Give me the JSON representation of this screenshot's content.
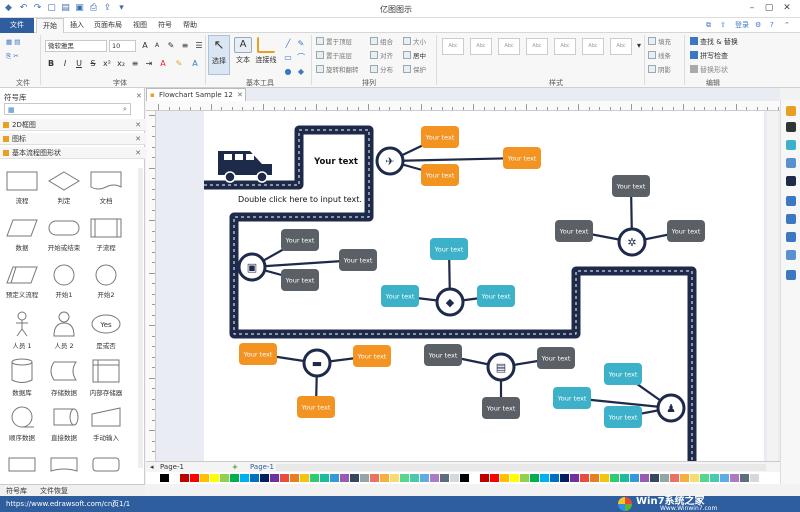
{
  "window": {
    "title": "亿图图示"
  },
  "menu": {
    "file": "文件",
    "items": [
      "开始",
      "插入",
      "页面布局",
      "视图",
      "符号",
      "帮助"
    ]
  },
  "topright": {
    "login": "登录"
  },
  "ribbon": {
    "font_name": "微软雅黑",
    "font_size": "10",
    "groups": {
      "file": "文件",
      "font": "字体",
      "basic_tools": "基本工具",
      "arrange": "排列",
      "style": "样式",
      "edit": "编辑"
    },
    "tools": {
      "select": "选择",
      "text": "文本",
      "connector": "连接线"
    },
    "arrange": {
      "top": "置于顶层",
      "bottom": "置于底层",
      "rotate": "旋转和翻转",
      "group": "组合",
      "align": "对齐",
      "distribute": "分布",
      "size": "大小",
      "center": "居中",
      "protect": "保护"
    },
    "fill": {
      "fill": "填充",
      "line": "线条",
      "shadow": "阴影"
    },
    "style_swatch": "Abc",
    "edit": {
      "find_replace": "查找 & 替换",
      "spell": "拼写检查",
      "format_painter": "替换形状"
    }
  },
  "library": {
    "title": "符号库",
    "categories": [
      "2D框图",
      "图标",
      "基本流程图形状"
    ],
    "shapes": [
      "流程",
      "判定",
      "文档",
      "数据",
      "开始或结束",
      "子流程",
      "预定义流程",
      "开始1",
      "开始2",
      "人员 1",
      "人员 2",
      "是或否",
      "数据库",
      "存储数据",
      "内部存储器",
      "顺序数据",
      "直接数据",
      "手动输入"
    ],
    "yes_label": "Yes",
    "tabs": [
      "符号库",
      "文件恢复"
    ]
  },
  "document": {
    "tab": "Flowchart Sample 12"
  },
  "diagram": {
    "title": "Your text",
    "hint": "Double click here to input text.",
    "node_text": "Your text"
  },
  "pagebar": {
    "page1": "Page-1",
    "page1_tab": "Page-1"
  },
  "status": {
    "url": "https://www.edrawsoft.com/cn/",
    "page": "页1/1"
  },
  "watermark": {
    "brand": "Win7系统之家",
    "url": "Www.Winwin7.com"
  },
  "colors": {
    "navy": "#1e2a4a",
    "orange": "#f39321",
    "gray": "#5b6066",
    "blue": "#3cb1c9",
    "statusbar": "#2f5e9e"
  }
}
